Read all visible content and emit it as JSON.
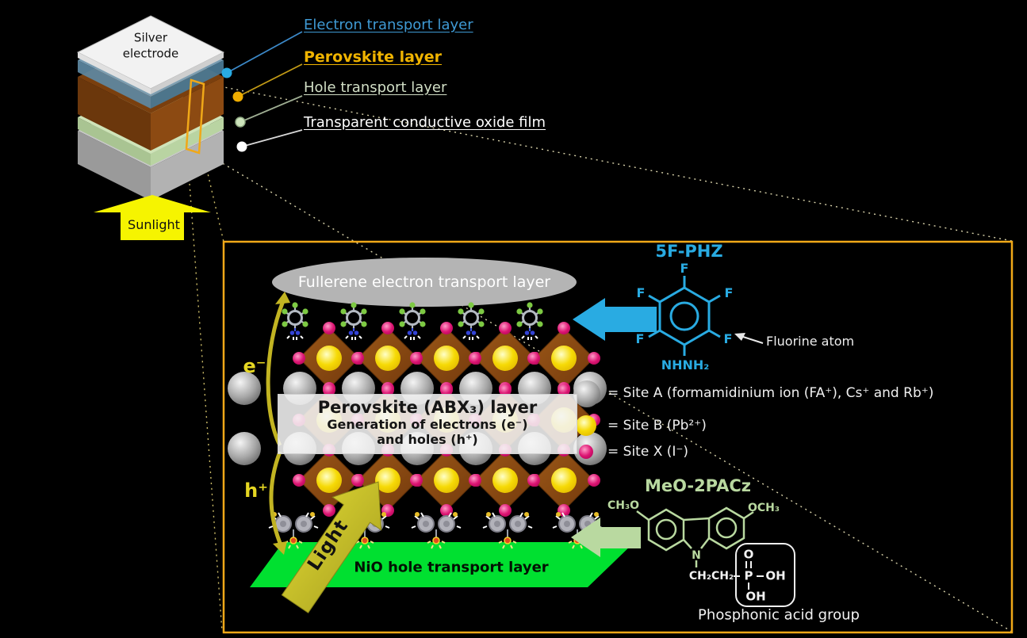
{
  "device_schematic": {
    "electrode_label_line1": "Silver",
    "electrode_label_line2": "electrode",
    "sunlight_label": "Sunlight",
    "layer_labels": [
      {
        "text": "Electron transport layer",
        "color": "#3f9ad4"
      },
      {
        "text": "Perovskite layer",
        "color": "#f0b400"
      },
      {
        "text": "Hole transport layer",
        "color": "#d2dfc6"
      },
      {
        "text": "Transparent conductive oxide film",
        "color": "#ffffff"
      }
    ]
  },
  "magnified_view": {
    "fullerene_label": "Fullerene electron transport layer",
    "perovskite_box": {
      "title": "Perovskite (ABX₃) layer",
      "line2": "Generation of electrons (e⁻)",
      "line3": "and holes (h⁺)"
    },
    "electron_label": "e⁻",
    "hole_label": "h⁺",
    "light_label": "Light",
    "nio_label": "NiO hole transport layer"
  },
  "molecule_5fphz": {
    "title": "5F-PHZ",
    "f_labels": [
      "F",
      "F",
      "F",
      "F",
      "F"
    ],
    "amine_group": "NHNH₂",
    "fluorine_note": "Fluorine atom"
  },
  "legend": [
    {
      "site": "A",
      "text": "= Site A (formamidinium ion (FA⁺), Cs⁺ and Rb⁺)",
      "color": "#aaaaaa"
    },
    {
      "site": "B",
      "text": "= Site B (Pb²⁺)",
      "color": "#f2d303"
    },
    {
      "site": "X",
      "text": "= Site X (I⁻)",
      "color": "#d6156e"
    }
  ],
  "molecule_meo2pacz": {
    "title": "MeO-2PACz",
    "left_methoxy": "CH₃O",
    "right_methoxy": "OCH₃",
    "nitrogen": "N",
    "chain": "CH₂CH₂",
    "phosphorus": "P",
    "oxygen": "O",
    "oh_right": "OH",
    "oh_bottom": "OH",
    "caption": "Phosphonic acid group"
  },
  "colors": {
    "accent_box": "#f0a818",
    "cyan": "#29abe2",
    "sage": "#b9d9a0",
    "nio_green": "#00e030",
    "sunlight_yellow": "#f6f400",
    "light_arrow": "#cfc72c",
    "carrier_yellow": "#e5d622",
    "perovskite_brown": "#8a4a12"
  }
}
